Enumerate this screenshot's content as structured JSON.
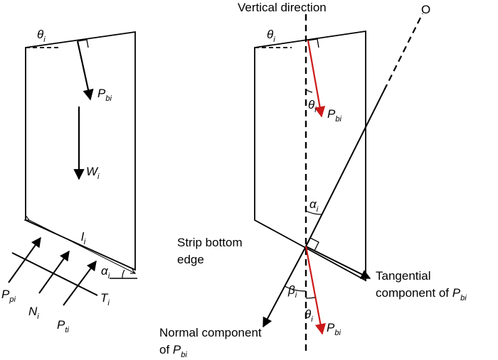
{
  "labels": {
    "theta": "θ",
    "i": "i",
    "bi": "bi",
    "pi": "pi",
    "ti": "ti",
    "P": "P",
    "W": "W",
    "N": "N",
    "T": "T",
    "l": "l",
    "alpha": "α",
    "beta": "β",
    "vertical_direction": "Vertical direction",
    "O": "O",
    "strip_bottom_line1": "Strip bottom",
    "strip_bottom_line2": "edge",
    "tangential_line1": "Tangential",
    "tangential_line2": "component of",
    "normal_line1": "Normal component",
    "normal_line2": "of"
  },
  "colors": {
    "line": "#000000",
    "force_red": "#cc1a1a"
  }
}
